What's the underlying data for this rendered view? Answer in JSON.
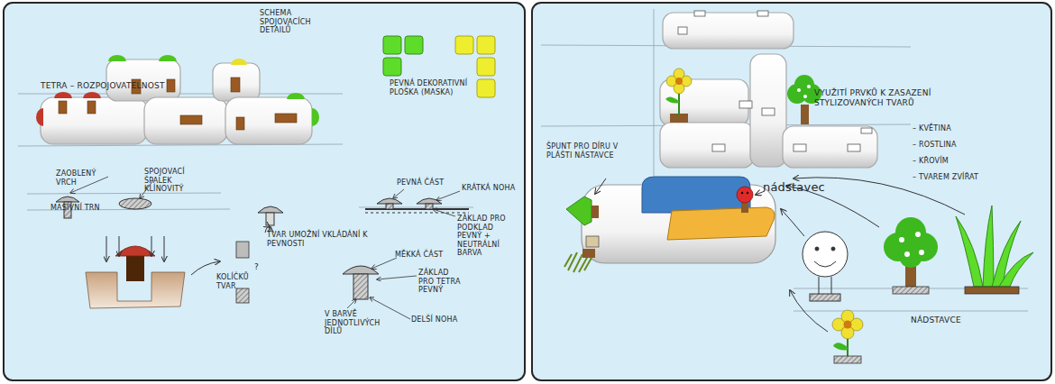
{
  "diagram": {
    "labels": [
      "TETRA – ROZPOJOVATELNOST",
      "SCHEMA SPOJOVACÍCH DETAILŮ",
      "PEVNÁ DEKORATIVNÍ PLOŠKA (MASKA)",
      "ZAOBLENÝ VRCH",
      "MASIVNÍ TRN",
      "SPOJOVACÍ ŠPALEK KLÍNOVITÝ",
      "TVAR UMOŽNÍ VKLÁDÁNÍ K PEVNOSTI",
      "?",
      "KOLÍČKŮ TVAR",
      "PEVNÁ ČÁST",
      "KRÁTKÁ NOHA",
      "ZÁKLAD PRO PODKLAD PEVNÝ + NEUTRÁLNÍ BARVA",
      "MĚKKÁ ČÁST",
      "ZÁKLAD PRO TETRA PEVNÝ",
      "V BARVĚ JEDNOTLIVÝCH DÍLŮ",
      "DELŠÍ NOHA",
      "ŠPUNT PRO DÍRU V PLÁŠTI NÁSTAVCE",
      "VYUŽITÍ PRVKŮ K ZASAZENÍ STYLIZOVANÝCH TVARŮ",
      "– KVĚTINA",
      "– ROSTLINA",
      "– KŘOVÍM",
      "– TVAREM ZVÍŘAT",
      "nádstavec",
      "NÁDSTAVCE"
    ]
  }
}
